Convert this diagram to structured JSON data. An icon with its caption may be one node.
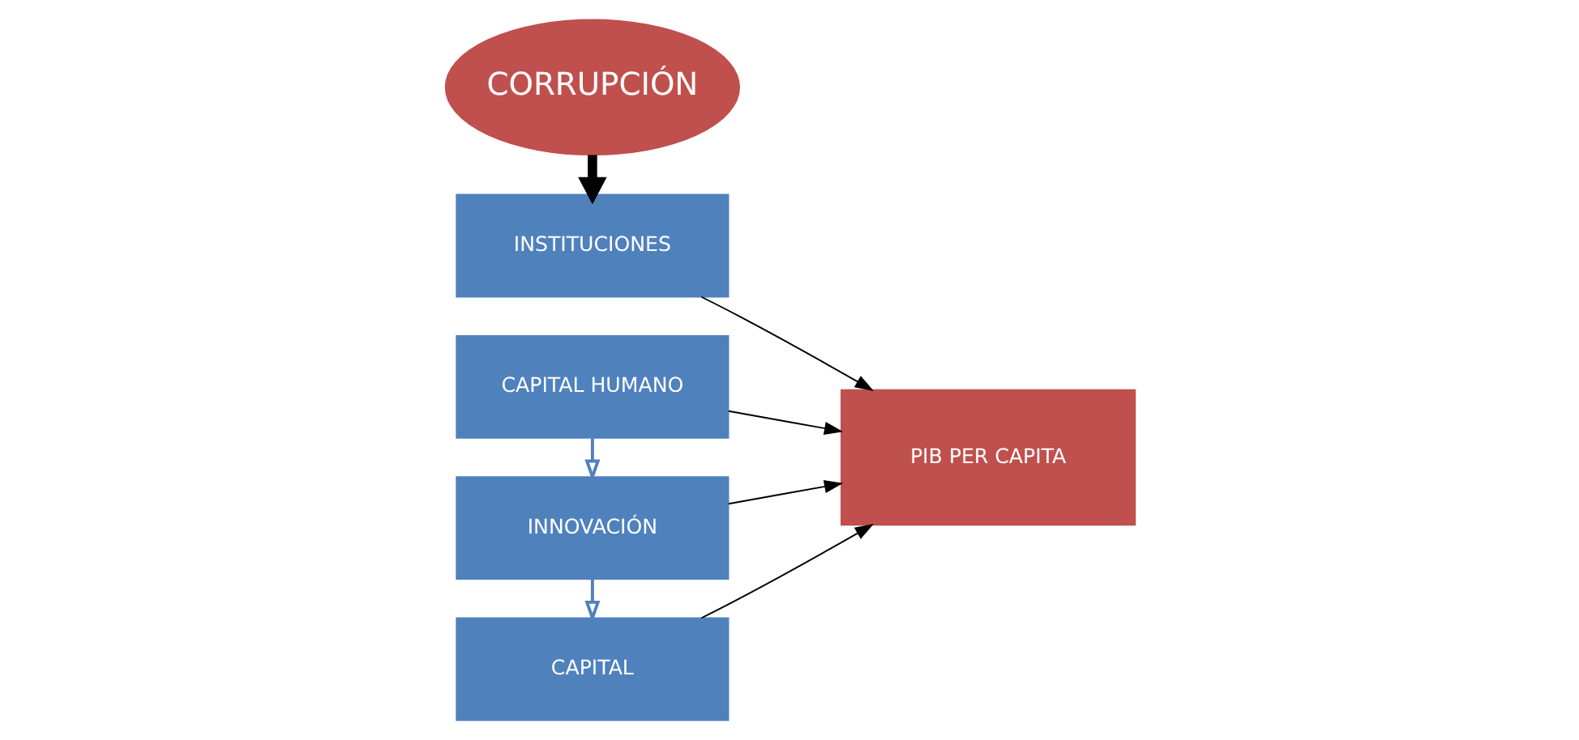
{
  "diagram": {
    "nodes": [
      {
        "text": [
          "CORRUPCIÓN"
        ]
      },
      {
        "text": [
          "INSTITUCIONES"
        ]
      },
      {
        "text": [
          "CAPITAL"
        ]
      },
      {
        "text": [
          "INNOVACIÓN"
        ]
      },
      {
        "text": [
          "CAPITAL HUMANO"
        ]
      },
      {
        "text": [
          "PIB PER CAPITA"
        ]
      }
    ],
    "edges": [
      {
        "from": 0,
        "to": 1,
        "arrow": "to",
        "style": "thick"
      },
      {
        "from": 4,
        "to": 3,
        "arrow": "to",
        "color": "#4f81bd"
      },
      {
        "from": 3,
        "to": 2,
        "arrow": "to",
        "color": "#4f81bd"
      },
      {
        "from": 2,
        "to": 5,
        "arrow": "to"
      },
      {
        "from": 3,
        "to": 5,
        "arrow": "to"
      },
      {
        "from": 4,
        "to": 5,
        "arrow": "to"
      },
      {
        "from": 1,
        "to": 5,
        "arrow": "to"
      }
    ]
  }
}
